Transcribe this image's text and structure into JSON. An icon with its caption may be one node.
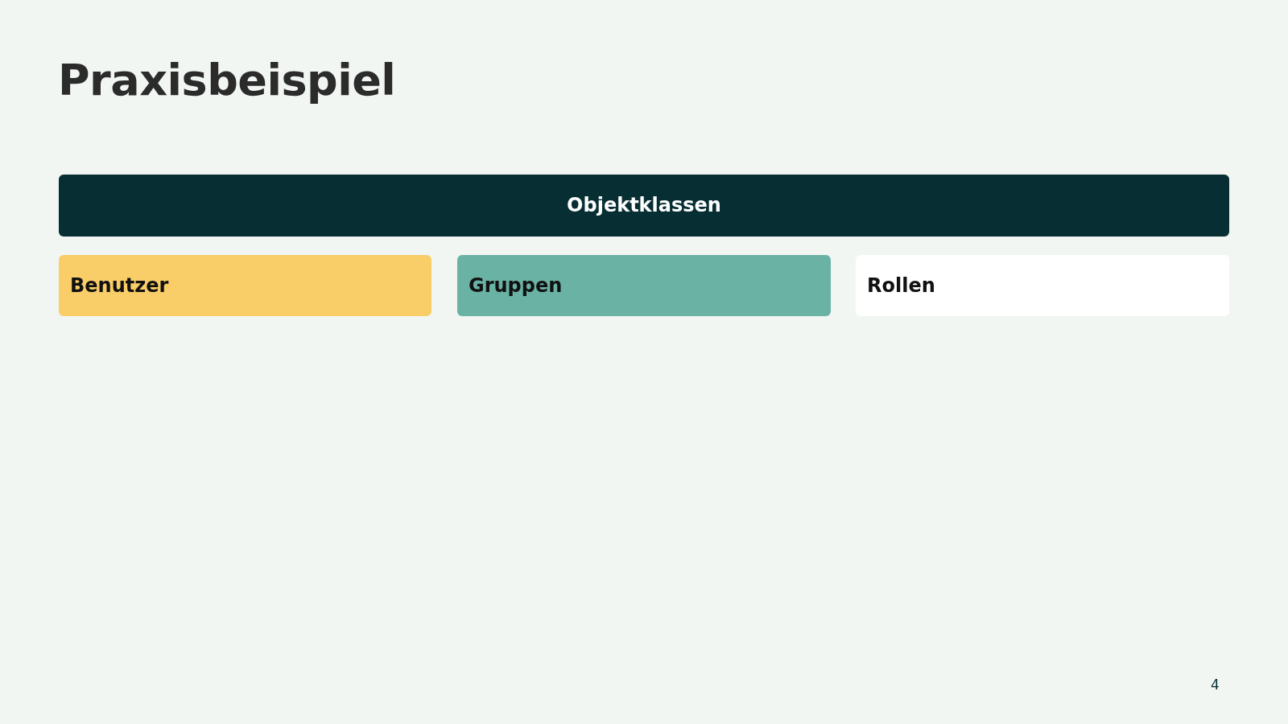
{
  "diagram": {
    "title": "Praxisbeispiel",
    "nodes": [
      {
        "text": [
          "Objektklassen"
        ]
      },
      {
        "text": [
          "Benutzer"
        ]
      },
      {
        "text": [
          "Gruppen"
        ]
      },
      {
        "text": [
          "Rollen"
        ]
      }
    ],
    "labels": [
      "4"
    ]
  }
}
